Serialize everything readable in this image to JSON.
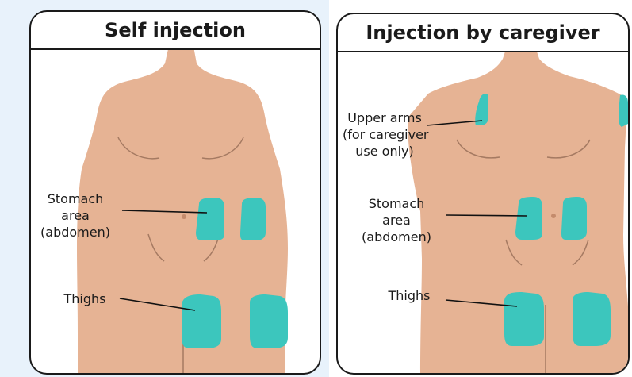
{
  "colors": {
    "background": "#e8f2fb",
    "panel_border": "#1a1a1a",
    "skin": "#e6b394",
    "skin_line": "#a57a62",
    "injection_site": "#3cc6bd",
    "pointer_line": "#111111"
  },
  "panels": [
    {
      "title": "Self injection",
      "labels": {
        "stomach_line1": "Stomach",
        "stomach_line2": "area",
        "stomach_line3": "(abdomen)",
        "thighs": "Thighs"
      }
    },
    {
      "title": "Injection by caregiver",
      "labels": {
        "arms_line1": "Upper arms",
        "arms_line2": "(for caregiver",
        "arms_line3": "use only)",
        "stomach_line1": "Stomach",
        "stomach_line2": "area",
        "stomach_line3": "(abdomen)",
        "thighs": "Thighs"
      }
    }
  ]
}
